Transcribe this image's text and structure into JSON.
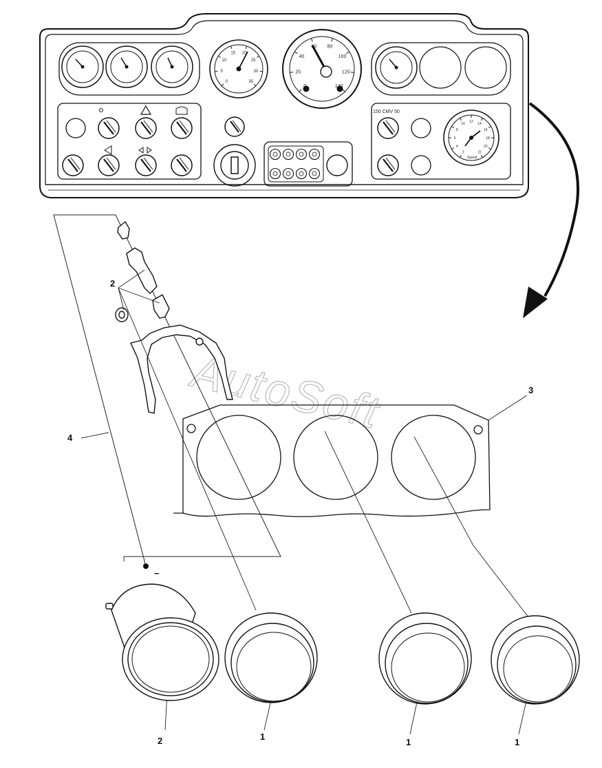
{
  "watermark": "AutoSoft",
  "callouts": {
    "label_1_a": "1",
    "label_1_b": "1",
    "label_1_c": "1",
    "label_2_top": "2",
    "label_2_bottom": "2",
    "label_3": "3",
    "label_4": "4",
    "ground_mark": "−"
  },
  "panel": {
    "cmv_label": "150 CMV 50",
    "speed_dial_label": "Speed",
    "tacho_ticks": [
      "0",
      "5",
      "10",
      "15",
      "20",
      "25",
      "30",
      "35"
    ],
    "speedo_ticks": [
      "0",
      "20",
      "40",
      "60",
      "80",
      "100",
      "120",
      "140"
    ],
    "small_speed_ticks": [
      "2",
      "4",
      "6",
      "8",
      "10",
      "12",
      "14",
      "16",
      "18",
      "20",
      "22"
    ]
  },
  "colors": {
    "line": "#111111",
    "panel_fill": "#f4f4f4",
    "watermark": "#bdbdbd"
  }
}
